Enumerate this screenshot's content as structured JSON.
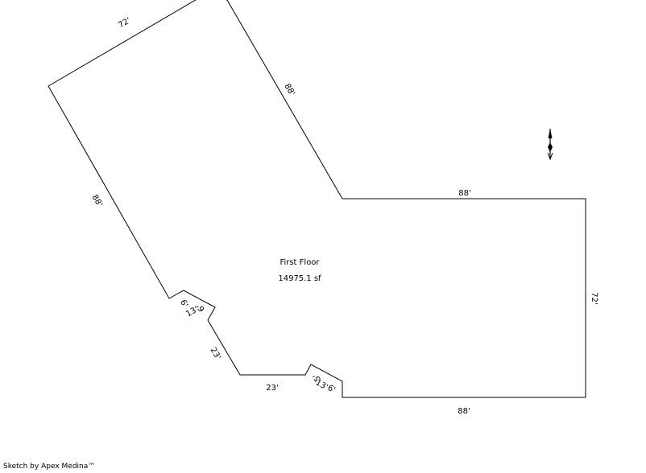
{
  "area": {
    "label": "First Floor",
    "value": "14975.1 sf"
  },
  "dimensions": {
    "top_left": "72'",
    "top_diagonal": "88'",
    "left_diagonal": "88'",
    "top_right": "88'",
    "right": "72'",
    "bottom": "88'",
    "notch1_a": "6'",
    "notch1_b": "13'",
    "notch1_c": "6'",
    "lower_diagonal": "23'",
    "lower_horizontal": "23'",
    "notch2_a": "5'",
    "notch2_b": "13'",
    "notch2_c": "6'"
  },
  "north_arrow": {
    "icon": "north-arrow-icon"
  },
  "footer": {
    "credit": "Sketch by Apex Medina™"
  },
  "colors": {
    "line": "#000000",
    "background": "#ffffff"
  }
}
